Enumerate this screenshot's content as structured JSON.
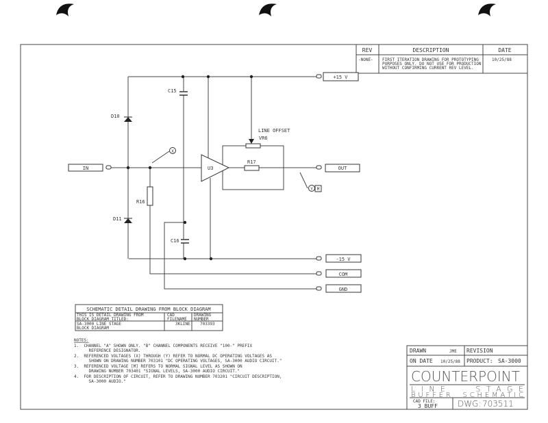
{
  "revision_block": {
    "headers": [
      "REV",
      "DESCRIPTION",
      "DATE"
    ],
    "rows": [
      {
        "rev": "-NONE-",
        "description": [
          "FIRST ITERATION DRAWING FOR PROTOTYPING",
          "PURPOSES ONLY. DO NOT USE FOR PRODUCTION",
          "WITHOUT CONFIRMING CURRENT REV LEVEL."
        ],
        "date": "10/25/88"
      }
    ]
  },
  "schematic": {
    "ports": {
      "in": "IN",
      "out": "OUT",
      "plus15": "+15 V",
      "minus15": "-15 V",
      "com": "COM",
      "gnd": "GND"
    },
    "components": {
      "d10": "D10",
      "d11": "D11",
      "c15": "C15",
      "c16": "C16",
      "r16": "R16",
      "r17": "R17",
      "u3": "U3",
      "vr6": "VR6",
      "vr6_function": "LINE OFFSET"
    },
    "test_points": {
      "x": "X",
      "y": "Y",
      "m": "M"
    }
  },
  "detail_table": {
    "title": "SCHEMATIC DETAIL DRAWING FROM BLOCK DIAGRAM",
    "col1_header": [
      "THIS IS DETAIL DRAWING FROM",
      "BLOCK DIAGRAM TITLED:"
    ],
    "col2_header": [
      "CAD",
      "FILENAME"
    ],
    "col3_header": [
      "DRAWING",
      "NUMBER"
    ],
    "col1_value": [
      "SA-3000 LINE STAGE",
      "BLOCK DIAGRAM"
    ],
    "col2_value": "3KLINE",
    "col3_value": "703393"
  },
  "notes": {
    "title": "NOTES:",
    "lines": [
      "1.  CHANNEL \"A\" SHOWN ONLY. \"B\" CHANNEL COMPONENTS RECEIVE \"100-\" PREFIX",
      "      REFERENCE DESIGNATOR.",
      "2.  REFERENCED VOLTAGES (X) THROUGH (Y) REFER TO NORMAL DC OPERATING VOLTAGES AS",
      "      SHOWN ON DRAWING NUMBER 703101 \"DC OPERATING VOLTAGES, SA-3000 AUDIO CIRCUIT.\"",
      "3.  REFERENCED VOLTAGE [M] REFERS TO NORMAL SIGNAL LEVEL AS SHOWN ON",
      "      DRAWING NUMBER 703401 \"SIGNAL LEVELS, SA-3000 AUDIO CIRCUIT.\"",
      "4.  FOR DESCRIPTION OF CIRCUIT, REFER TO DRAWING NUMBER 703201 \"CIRCUIT DESCRIPTION,",
      "      SA-3000 AUDIO.\""
    ]
  },
  "title_block": {
    "drawn_label": "DRAWN",
    "drawn_by": "JME",
    "revision_label": "REVISION",
    "date_label": "ON DATE",
    "date": "10/25/88",
    "product_label": "PRODUCT:",
    "product": "SA-3000",
    "company": "COUNTERPOINT",
    "title_line1": "LINE   STAGE",
    "title_line2": "BUFFER  SCHEMATIC",
    "cad_file_label": "CAD FILE:",
    "cad_file": "3_BUFF",
    "dwg_label": "DWG:",
    "dwg": "703511"
  }
}
